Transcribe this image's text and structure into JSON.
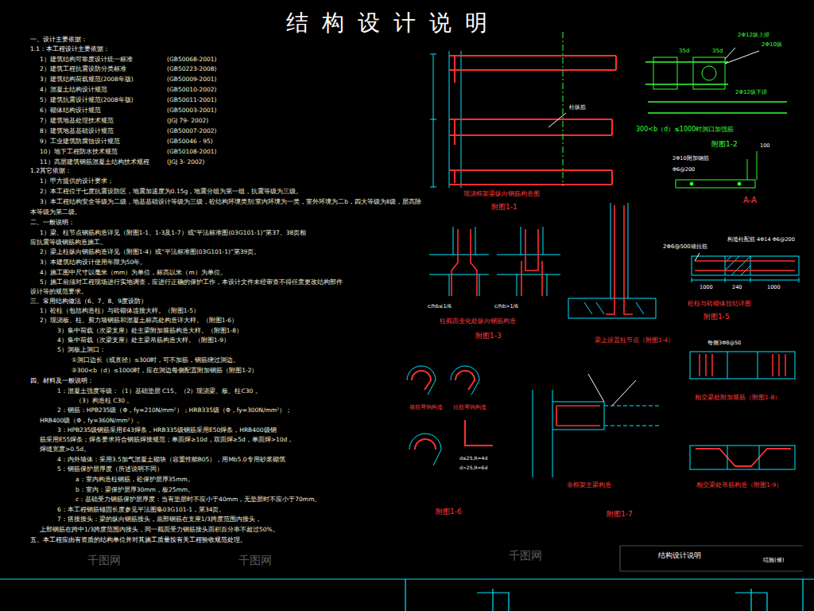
{
  "diagram": {
    "title": "结 构 设 计 说 明",
    "labels": [
      "一、设计主要依据：",
      "1.1：本工程设计主要依据：",
      "1）建筑结构可靠度设计统一标准",
      "(GB50068-2001)",
      "2）建筑工程抗震设防分类标准",
      "(GB50223-2008)",
      "3）建筑结构荷载规范(2008年版)",
      "(GB50009-2001)",
      "4）混凝土结构设计规范",
      "(GB50010-2002)",
      "5）建筑抗震设计规范(2008年版)",
      "(GB50011-2001)",
      "6）砌体结构设计规范",
      "(GB50003-2001)",
      "7）建筑地基处理技术规范",
      "(JGJ 79- 2002)",
      "8）建筑地基基础设计规范",
      "(GB50007-2002)",
      "9）工业建筑防腐蚀设计规范",
      "(GB50046 - 95)",
      "10）地下工程防水技术规范",
      "(GB50108-2001)",
      "11）高层建筑钢筋混凝土结构技术规程",
      "(JGJ 3- 2002)",
      "1.2其它依据：",
      "1）甲方提供的设计要求；",
      "2）本工程位于七度抗震设防区，地震加速度为0.15g，地震分组为第一组，抗震等级为三级。",
      "3）本工程结构安全等级为二级，地基基础设计等级为三级，砼结构环境类别:室内环境为一类，室外环境为二b，四大等级为Ⅱ级，层高除",
      "本等级为第二级。",
      "二、一般说明：",
      "1）梁、柱节点钢筋构造详见（附图1-1、1-3及1-7）或“平法标准图(03G101-1)”第37、38页相",
      "应抗震等级钢筋构造施工。",
      "2）梁上柱纵向钢筋构造详见（附图1-4）或“平法标准图(03G101-1)”第39页。",
      "3）本建筑结构设计使用年限为50年。",
      "4）施工图中尺寸以毫米（mm）为单位，标高以米（m）为单位。",
      "5）施工前须对工程现场进行实地调查，应进行正确的保护工作，本设计文件未经审查不得任意更改结构部件",
      "设计等的规范要求。",
      "三、常用结构做法（6、7、8、9度设防）",
      "1）砼柱（包括构造柱）与砖砌体连接大样。（附图1-5）",
      "2）现浇板、柱、剪力墙钢筋和混凝土标高处构造详大样。（附图1-6）",
      "3）集中荷载（次梁支座）处主梁附加箍筋构造大样。（附图1-8）",
      "4）集中荷载（次梁支座）处主梁吊筋构造大样。（附图1-9）",
      "5）洞板上洞口：",
      "①洞口边长（或直径）≤300时，可不加筋，钢筋绕过洞边。",
      "②300<b（d）≤1000时，应在洞边每侧配置附加钢筋（附图1-2）",
      "四、材料及一般说明：",
      "1：混凝土强度等级：（1）基础垫层 C15。（2）现浇梁、板、柱C30 。",
      "（3）构造柱 C30 。",
      "2：钢筋：HPB235级（Φ，fy=210N/mm²）；HRB335级（Φ，fy=300N/mm²）；",
      "HRB400级（Φ，fy=360N/mm²）。",
      "3：HPB235级钢筋采用E43焊条，HRB335级钢筋采用E50焊条，HRB400级钢",
      "筋采用E55焊条；焊条要求符合钢筋焊接规范；单面焊≥10d，双面焊≥5d，单面焊>10d，",
      "焊缝宽度>0.5d。",
      "4：内外墙体：采用3.5加气混凝土砌块（容重性能B05），用Mb5.0专用砂浆砌筑",
      "5：钢筋保护层厚度（所述说明不同）",
      "a：室内构造柱钢筋，砼保护层厚35mm。",
      "b：室内：梁保护层厚30mm，板25mm。",
      "c：基础受力钢筋保护层厚度：当有垫层时不应小于40mm，无垫层时不应小于70mm。",
      "6：本工程钢筋锚固长度参见平法图集03G101-1，第34页。",
      "7：搭接接头：梁的纵向钢筋接头，底部钢筋在支座1/3跨度范围内接头，",
      "上部钢筋在跨中1/3跨度范围内接头，同一截面受力钢筋接头面积百分率不超过50%。",
      "五、本工程应由有资质的结构单位并对其施工质量按有关工程验收规范处理。",
      "现浇框架梁纵向钢筋构造图",
      "附图1-1",
      "柱纵筋",
      "35d",
      "35d",
      "2Φ12纵上排",
      "2Φ10纵",
      "2Φ12纵下排",
      "300<b（d）≤1000时洞口加强筋",
      "附图1-2",
      "2Φ10附加钢筋",
      "Φ6@200",
      "100",
      "A-A",
      "c/hb≤1/6",
      "c/hb>1/6",
      "柱截面变化处纵向钢筋构造",
      "附图1-3",
      "梁上设置柱节点（附图1-4）",
      "2Φ6@500墙拉筋",
      "构造柱配筋 4Φ14 Φ6@200",
      "1000",
      "240",
      "1000",
      "砼柱与砖砌体拉结详图",
      "附图1-5",
      "箍筋弯钩构造",
      "拉筋弯钩构造",
      "d≤25,R=4d",
      "d>25,R=6d",
      "非框架主梁构造",
      "附图1-6",
      "附图1-7",
      "每侧3Φ8@50",
      "相交梁处附加箍筋（附图1-8）",
      "相交梁处吊筋构造（附图1-9）",
      "结构设计说明",
      "结施(修)",
      "千图网",
      "千图网",
      "千图网"
    ]
  }
}
